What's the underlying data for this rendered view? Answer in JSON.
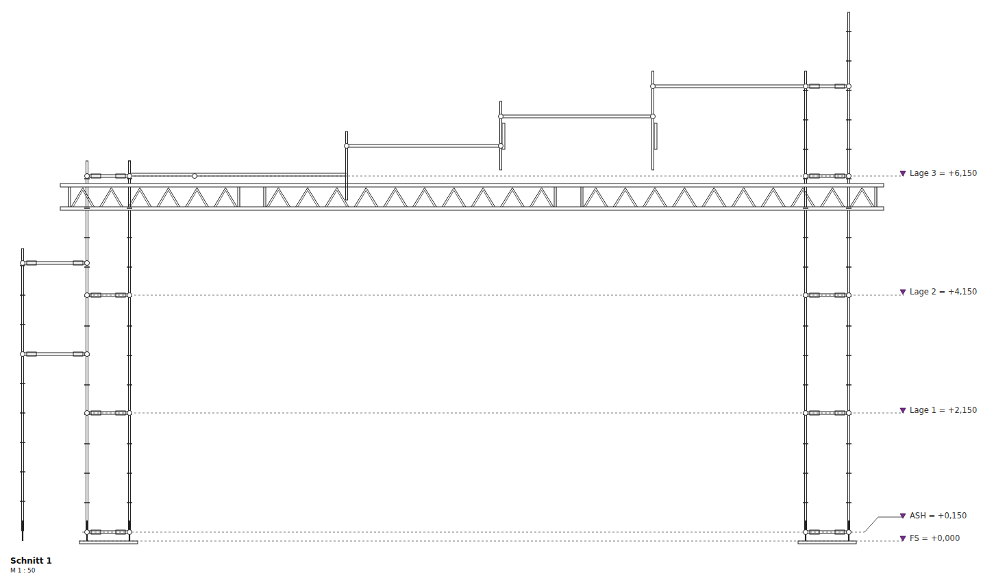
{
  "diagram": {
    "title": "Schnitt 1",
    "labels": [
      "Lage 3 = +6,150",
      "Lage 2 = +4,150",
      "Lage 1 = +2,150",
      "ASH = +0,150",
      "FS = +0,000",
      "M 1 : 50"
    ]
  }
}
